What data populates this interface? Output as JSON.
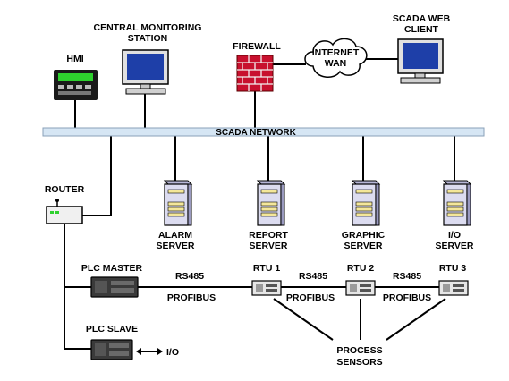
{
  "nodes": {
    "hmi": "HMI",
    "central_monitoring": [
      "CENTRAL MONITORING",
      "STATION"
    ],
    "firewall": "FIREWALL",
    "internet_wan": [
      "INTERNET",
      "WAN"
    ],
    "scada_web_client": [
      "SCADA WEB",
      "CLIENT"
    ],
    "router": "ROUTER",
    "alarm_server": [
      "ALARM",
      "SERVER"
    ],
    "report_server": [
      "REPORT",
      "SERVER"
    ],
    "graphic_server": [
      "GRAPHIC",
      "SERVER"
    ],
    "io_server": [
      "I/O",
      "SERVER"
    ],
    "plc_master": "PLC MASTER",
    "plc_slave": "PLC SLAVE",
    "rtu1": "RTU 1",
    "rtu2": "RTU 2",
    "rtu3": "RTU 3",
    "io": "I/O",
    "process_sensors": [
      "PROCESS",
      "SENSORS"
    ]
  },
  "network": {
    "label": "SCADA NETWORK"
  },
  "links": {
    "rs485_1": "RS485",
    "profibus_1": "PROFIBUS",
    "rs485_2": "RS485",
    "profibus_2": "PROFIBUS",
    "rs485_3": "RS485",
    "profibus_3": "PROFIBUS"
  },
  "colors": {
    "bus_fill": "#d6e6f4",
    "bus_stroke": "#8aa0b8",
    "monitor_screen": "#1e3fa8",
    "hmi_display": "#2ed12e",
    "firewall_brick": "#c8102e",
    "server_body": "#dcdcf0",
    "server_slot": "#f4e79a",
    "plc_body": "#3a3a3a",
    "rtu_body": "#e6e6e6"
  }
}
